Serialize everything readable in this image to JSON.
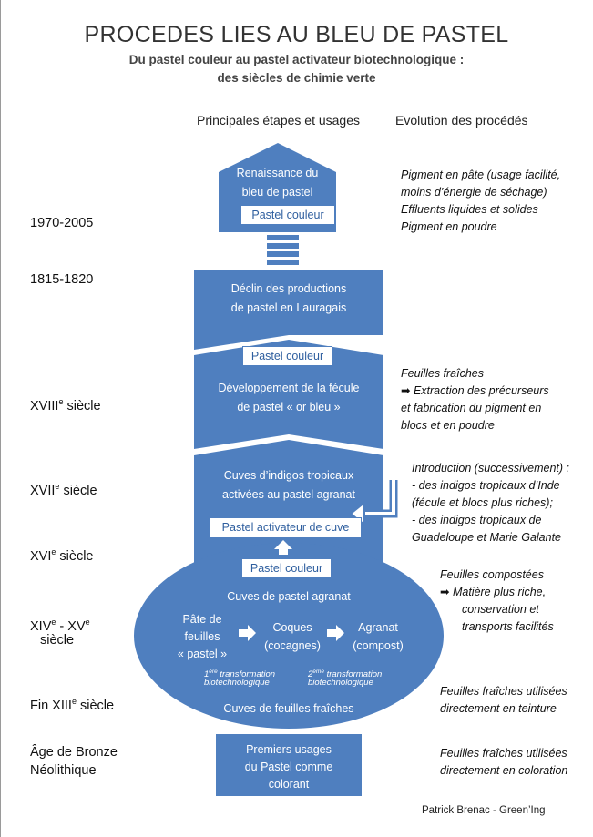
{
  "title": "PROCEDES LIES AU BLEU DE PASTEL",
  "subtitle_line1": "Du pastel couleur au pastel activateur biotechnologique :",
  "subtitle_line2": "des siècles de chimie verte",
  "headers": {
    "left": "Principales étapes et usages",
    "right": "Evolution des procédés"
  },
  "dates": {
    "d1970": "1970-2005",
    "d1815": "1815-1820",
    "d18": {
      "main": "XVIII",
      "sup": "e",
      "rest": " siècle"
    },
    "d17": {
      "main": "XVII",
      "sup": "e",
      "rest": " siècle"
    },
    "d16": {
      "main": "XVI",
      "sup": "e",
      "rest": " siècle"
    },
    "d14": {
      "a": "XIV",
      "a_sup": "e",
      "sep": " - XV",
      "b_sup": "e",
      "line2": "siècle"
    },
    "d13": {
      "pre": "Fin XIII",
      "sup": "e",
      "rest": " siècle"
    },
    "bronze1": "Âge de Bronze",
    "bronze2": "Néolithique"
  },
  "diagram": {
    "renaissance1": "Renaissance du",
    "renaissance2": "bleu de pastel",
    "pastel_couleur": "Pastel couleur",
    "declin1": "Déclin des productions",
    "declin2": "de pastel en Lauragais",
    "fecule1": "Développement de la fécule",
    "fecule2": "de pastel  « or bleu »",
    "cuves_indigo1": "Cuves d’indigos tropicaux",
    "cuves_indigo2": "activées au pastel agranat",
    "pastel_activateur": "Pastel activateur de cuve",
    "cuves_agranat": "Cuves de pastel agranat",
    "pate1": "Pâte de",
    "pate2": "feuilles",
    "pate3": "« pastel »",
    "coques1": "Coques",
    "coques2": "(cocagnes)",
    "agranat1": "Agranat",
    "agranat2": "(compost)",
    "t1_num": "1",
    "t1_sup": "ère",
    "t1_rest": " transformation",
    "t2_num": "2",
    "t2_sup": "ème",
    "t2_rest": " transformation",
    "biotech": "biotechnologique",
    "cuves_fraiches": "Cuves de feuilles fraîches",
    "premiers1": "Premiers usages",
    "premiers2": "du Pastel comme",
    "premiers3": "colorant"
  },
  "right": {
    "r1": [
      "Pigment en pâte (usage facilité,",
      "moins d’énergie de séchage)",
      "Effluents liquides et solides",
      "Pigment en poudre"
    ],
    "r2_l1": "Feuilles fraîches",
    "r2_arrow": "➡",
    "r2_l2": " Extraction des précurseurs",
    "r2_l3": "et fabrication du pigment en",
    "r2_l4": "blocs et en poudre",
    "r3": [
      "Introduction (successivement) :",
      "- des indigos tropicaux d’Inde",
      "(fécule et blocs plus riches);",
      "- des indigos tropicaux de",
      "Guadeloupe et Marie Galante"
    ],
    "r4_l1": "Feuilles compostées",
    "r4_arrow": "➡",
    "r4_l2": " Matière plus riche,",
    "r4_l3": "conservation et",
    "r4_l4": "transports facilités",
    "r5": [
      "Feuilles fraîches utilisées",
      "directement en teinture"
    ],
    "r6": [
      "Feuilles fraîches utilisées",
      "directement en coloration"
    ]
  },
  "author": "Patrick Brenac - Green’Ing",
  "colors": {
    "blue": "#4f7fbf",
    "white": "#ffffff"
  }
}
